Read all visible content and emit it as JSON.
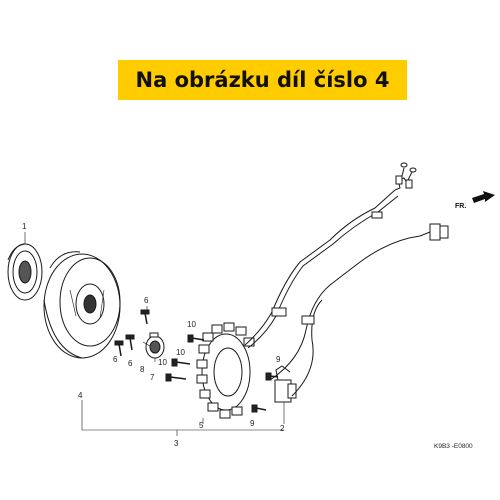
{
  "banner": {
    "text": "Na obrázku díl číslo 4"
  },
  "labels": {
    "l1": "1",
    "l2": "2",
    "l3": "3",
    "l4": "4",
    "l5": "5",
    "l6a": "6",
    "l6b": "6",
    "l6c": "6",
    "l7": "7",
    "l8": "8",
    "l9a": "9",
    "l9b": "9",
    "l10a": "10",
    "l10b": "10",
    "l10c": "10"
  },
  "direction": {
    "text": "FR."
  },
  "diagram_code": "K9B3 -E0800",
  "colors": {
    "banner": "#ffcc00",
    "line": "#1a1a1a"
  }
}
